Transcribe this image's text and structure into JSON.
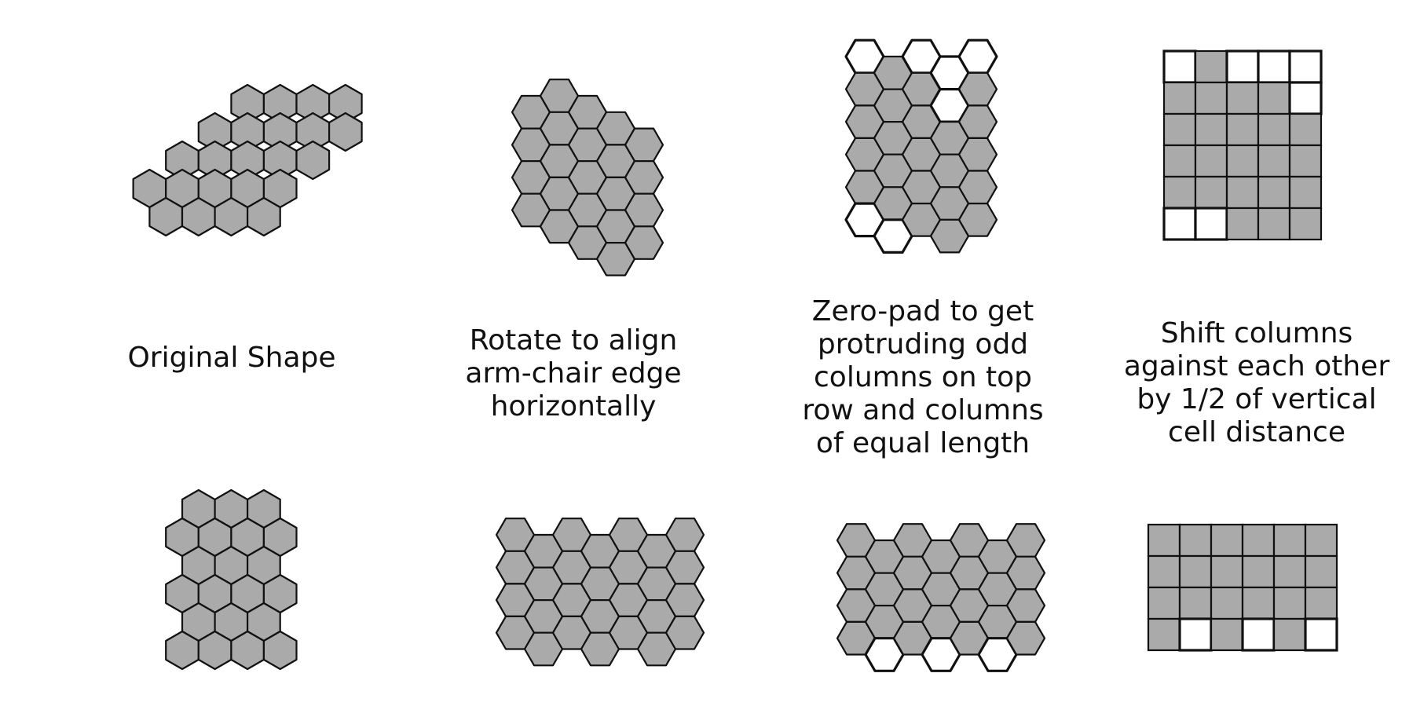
{
  "colors": {
    "filled": "#aaaaaa",
    "empty": "#ffffff",
    "stroke": "#111111"
  },
  "captions": {
    "c1": [
      "Original Shape"
    ],
    "c2": [
      "Rotate to align",
      "arm-chair edge",
      "horizontally"
    ],
    "c3": [
      "Zero-pad to get",
      "protruding odd",
      "columns on top",
      "row and columns",
      "of equal length"
    ],
    "c4": [
      "Shift columns",
      "against each other",
      "by 1/2 of vertical",
      "cell distance"
    ]
  },
  "grids": {
    "top_square": {
      "rows": 6,
      "cols": 5,
      "empty": [
        [
          0,
          0
        ],
        [
          0,
          2
        ],
        [
          0,
          3
        ],
        [
          0,
          4
        ],
        [
          1,
          4
        ],
        [
          5,
          0
        ],
        [
          5,
          1
        ]
      ]
    },
    "bottom_square": {
      "rows": 4,
      "cols": 6,
      "empty": [
        [
          3,
          1
        ],
        [
          3,
          3
        ],
        [
          3,
          5
        ]
      ]
    }
  },
  "hex_panels": {
    "original": {
      "orientation": "pointy",
      "rows": [
        [
          0,
          0,
          0,
          0,
          0,
          0,
          0,
          0,
          0,
          0
        ],
        [
          0,
          0,
          0,
          0,
          0,
          0,
          0,
          0,
          0,
          0
        ],
        [
          0,
          0,
          0,
          0,
          0,
          0,
          0,
          0,
          0,
          0
        ],
        [
          0,
          0,
          0,
          0,
          0,
          0,
          0,
          0,
          0,
          0
        ],
        [
          0,
          0,
          0,
          0,
          0,
          0,
          0,
          0,
          0,
          0
        ]
      ],
      "row_counts": [
        4,
        5,
        5,
        5,
        4
      ],
      "row_offsets": [
        2,
        1,
        0,
        -1,
        -0.5
      ]
    },
    "rotated": {
      "orientation": "flat",
      "col_counts": [
        4,
        5,
        5,
        5,
        4
      ],
      "col_offsets": [
        0.5,
        0,
        0.5,
        1,
        1.5
      ]
    },
    "zero_pad": {
      "orientation": "flat",
      "col_counts": [
        6,
        6,
        6,
        6,
        6
      ],
      "col_offsets": [
        0,
        0.5,
        0,
        0.5,
        0
      ],
      "empty": [
        [
          0,
          0
        ],
        [
          0,
          5
        ],
        [
          1,
          5
        ],
        [
          2,
          0
        ],
        [
          3,
          0
        ],
        [
          3,
          1
        ],
        [
          4,
          0
        ]
      ]
    },
    "bottom_original": {
      "orientation": "pointy",
      "row_counts": [
        3,
        4,
        3,
        4,
        3,
        4
      ],
      "row_offsets": [
        0.5,
        0,
        0.5,
        0,
        0.5,
        0
      ]
    },
    "bottom_rotated": {
      "orientation": "flat",
      "col_counts": [
        4,
        4,
        4,
        4,
        4,
        4,
        4
      ],
      "col_offsets": [
        0,
        0.5,
        0,
        0.5,
        0,
        0.5,
        0
      ]
    },
    "bottom_zero_pad": {
      "orientation": "flat",
      "col_counts": [
        4,
        4,
        4,
        4,
        4,
        4,
        4
      ],
      "col_offsets": [
        0,
        0.5,
        0,
        0.5,
        0,
        0.5,
        0
      ],
      "empty": [
        [
          1,
          3
        ],
        [
          3,
          3
        ],
        [
          5,
          3
        ]
      ]
    }
  }
}
